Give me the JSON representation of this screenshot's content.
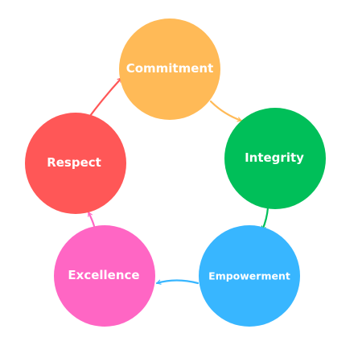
{
  "diagram": {
    "nodes": [
      {
        "id": "commitment",
        "label": "Commitment",
        "color": "#FFBA57"
      },
      {
        "id": "integrity",
        "label": "Integrity",
        "color": "#00BF59"
      },
      {
        "id": "empowerment",
        "label": "Empowerment",
        "color": "#38B6FF"
      },
      {
        "id": "excellence",
        "label": "Excellence",
        "color": "#FF66C4"
      },
      {
        "id": "respect",
        "label": "Respect",
        "color": "#FF5757"
      }
    ],
    "edges": [
      {
        "from": "commitment",
        "to": "integrity",
        "color": "#FFBA57"
      },
      {
        "from": "integrity",
        "to": "empowerment",
        "color": "#00BF59"
      },
      {
        "from": "empowerment",
        "to": "excellence",
        "color": "#38B6FF"
      },
      {
        "from": "excellence",
        "to": "respect",
        "color": "#FF66C4"
      },
      {
        "from": "respect",
        "to": "commitment",
        "color": "#FF5757"
      }
    ]
  }
}
